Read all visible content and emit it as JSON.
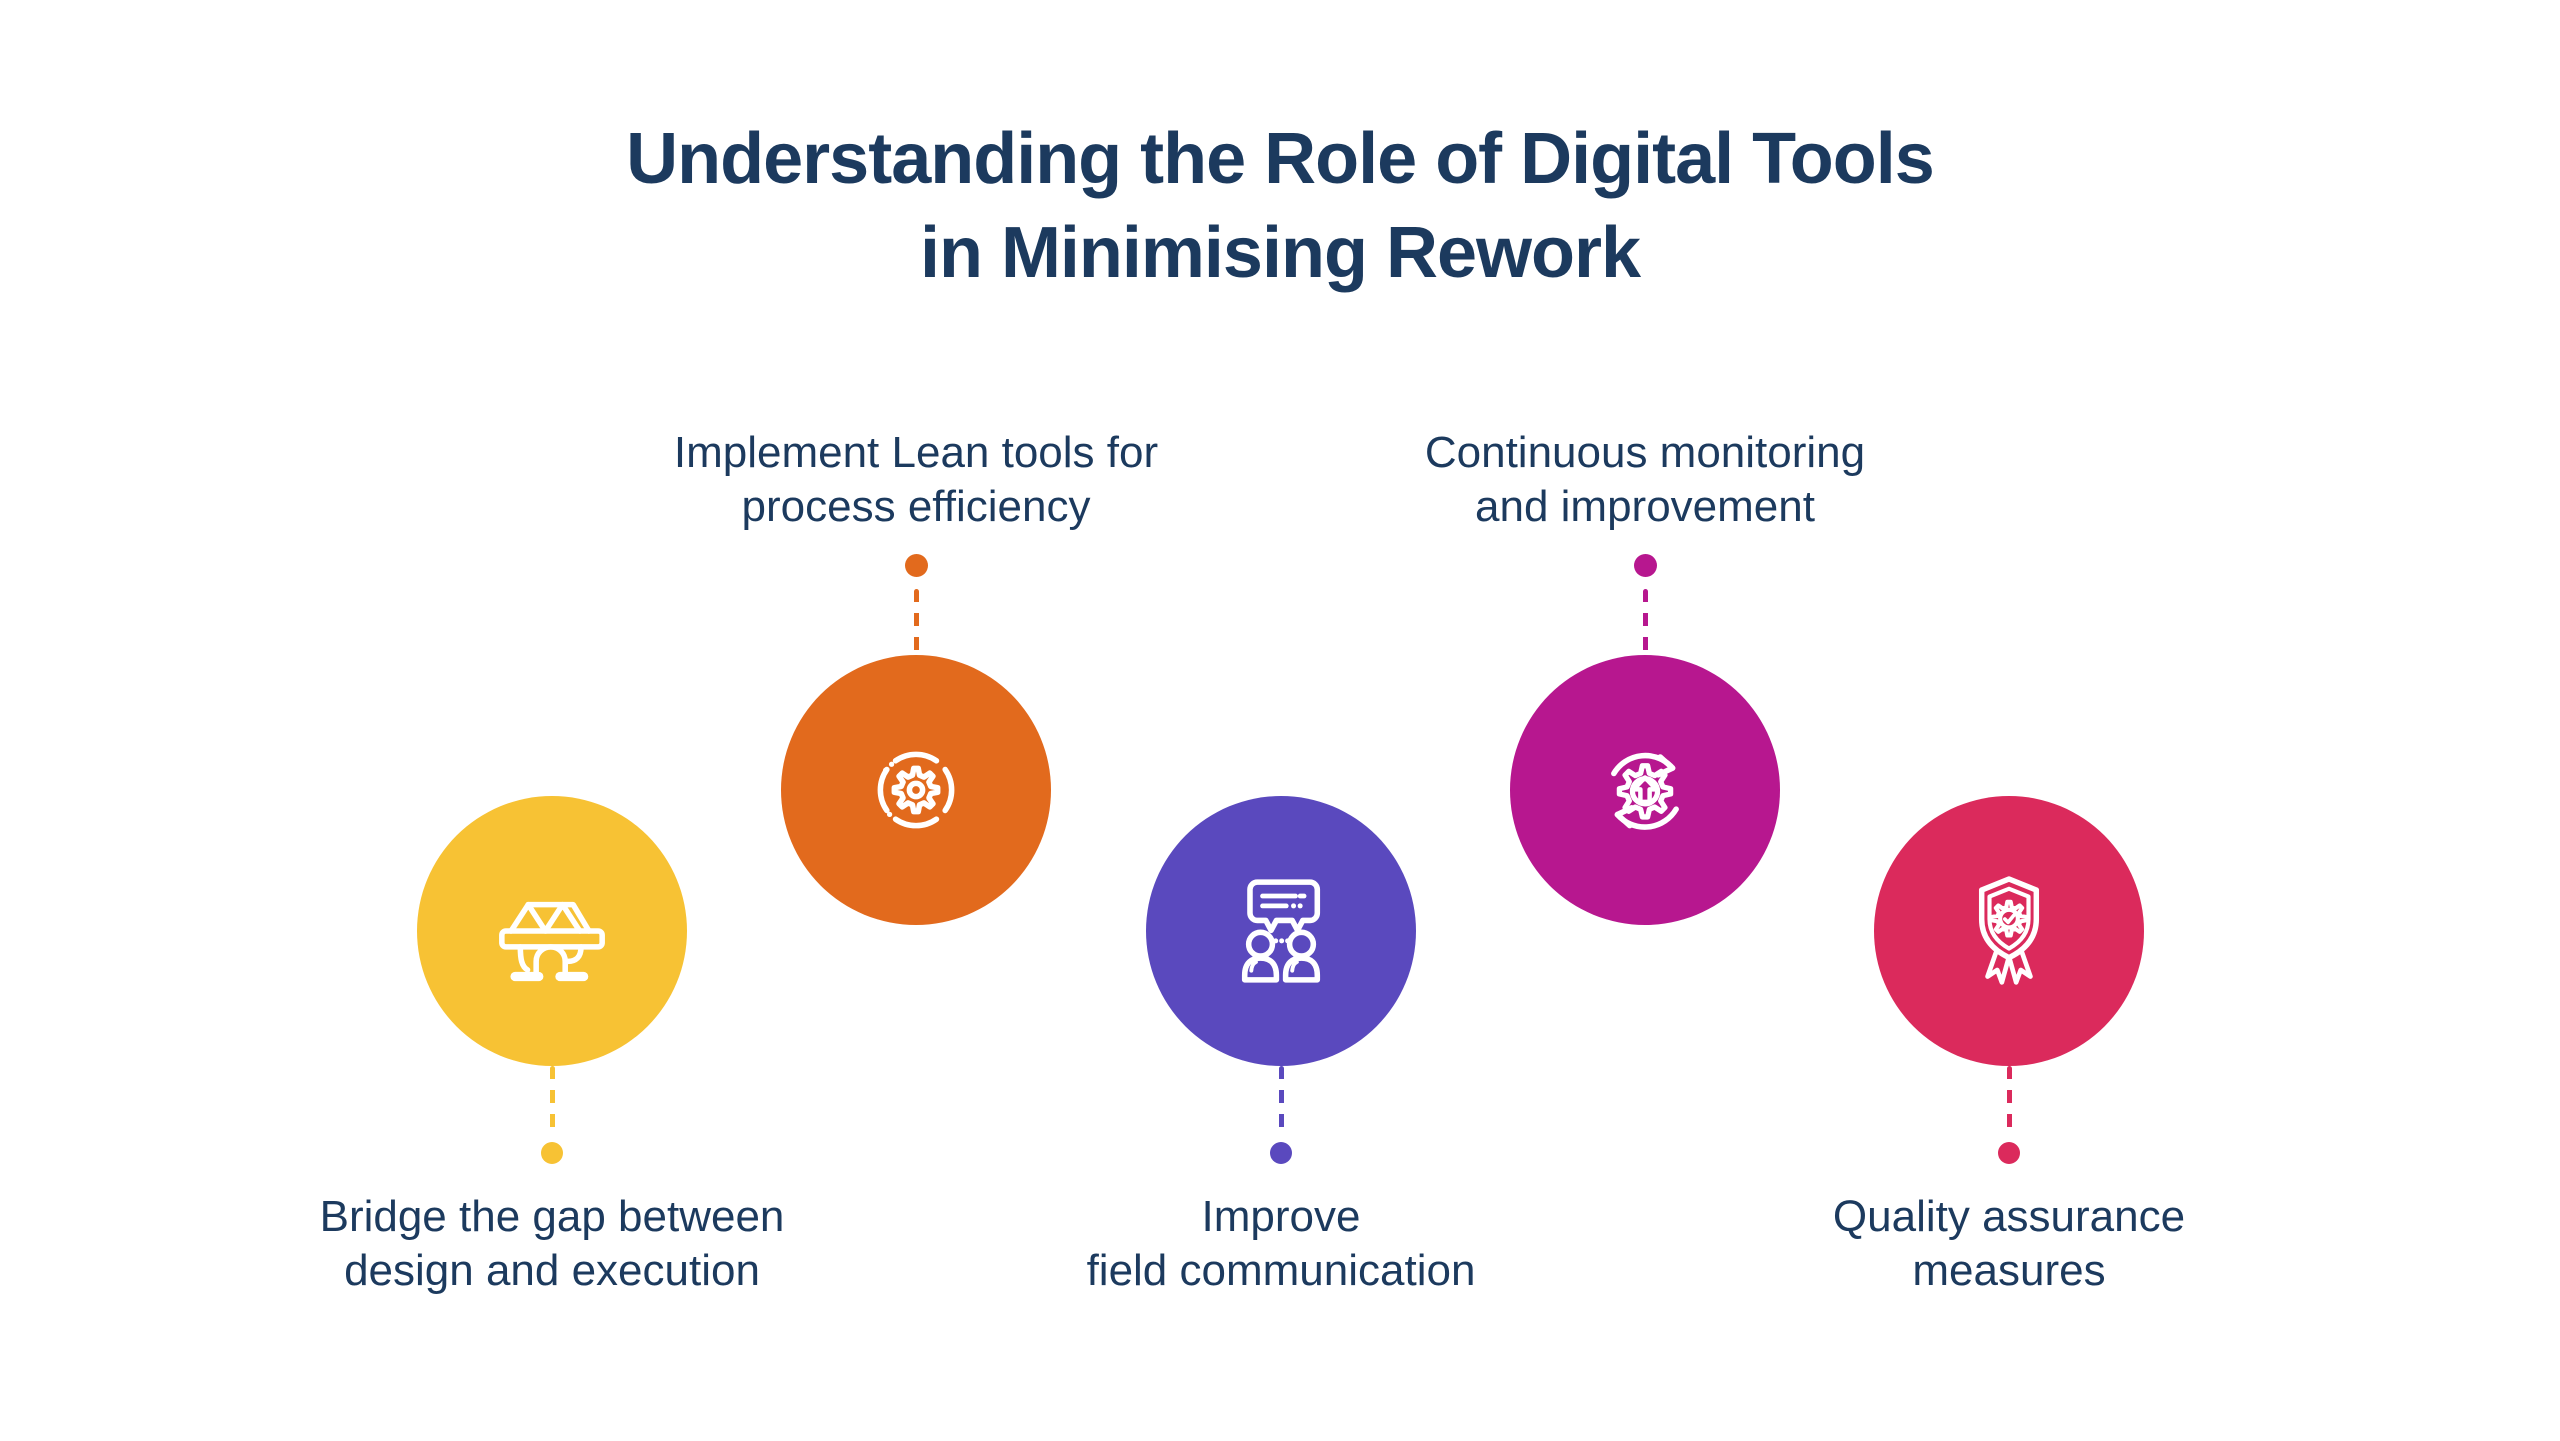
{
  "page": {
    "background": "#ffffff",
    "text_color": "#1C3A5E"
  },
  "title": {
    "lines": [
      "Understanding the Role of Digital Tools",
      "in Minimising Rework"
    ],
    "color": "#1C3A5E"
  },
  "items": [
    {
      "name": "bridge-gap",
      "icon": "bridge-icon",
      "color": "#F7C234",
      "label_lines": [
        "Bridge the gap between",
        "design and execution"
      ],
      "label_position": "below"
    },
    {
      "name": "lean-tools",
      "icon": "lean-process-gear-icon",
      "color": "#E26A1D",
      "label_lines": [
        "Implement Lean tools for",
        "process efficiency"
      ],
      "label_position": "above"
    },
    {
      "name": "field-communication",
      "icon": "people-chat-icon",
      "color": "#5A49BE",
      "label_lines": [
        "Improve",
        "field communication"
      ],
      "label_position": "below"
    },
    {
      "name": "continuous-monitoring",
      "icon": "gear-refresh-icon",
      "color": "#B7178F",
      "label_lines": [
        "Continuous monitoring",
        "and improvement"
      ],
      "label_position": "above"
    },
    {
      "name": "quality-assurance",
      "icon": "shield-badge-icon",
      "color": "#DB2A5C",
      "label_lines": [
        "Quality assurance",
        "measures"
      ],
      "label_position": "below"
    }
  ]
}
